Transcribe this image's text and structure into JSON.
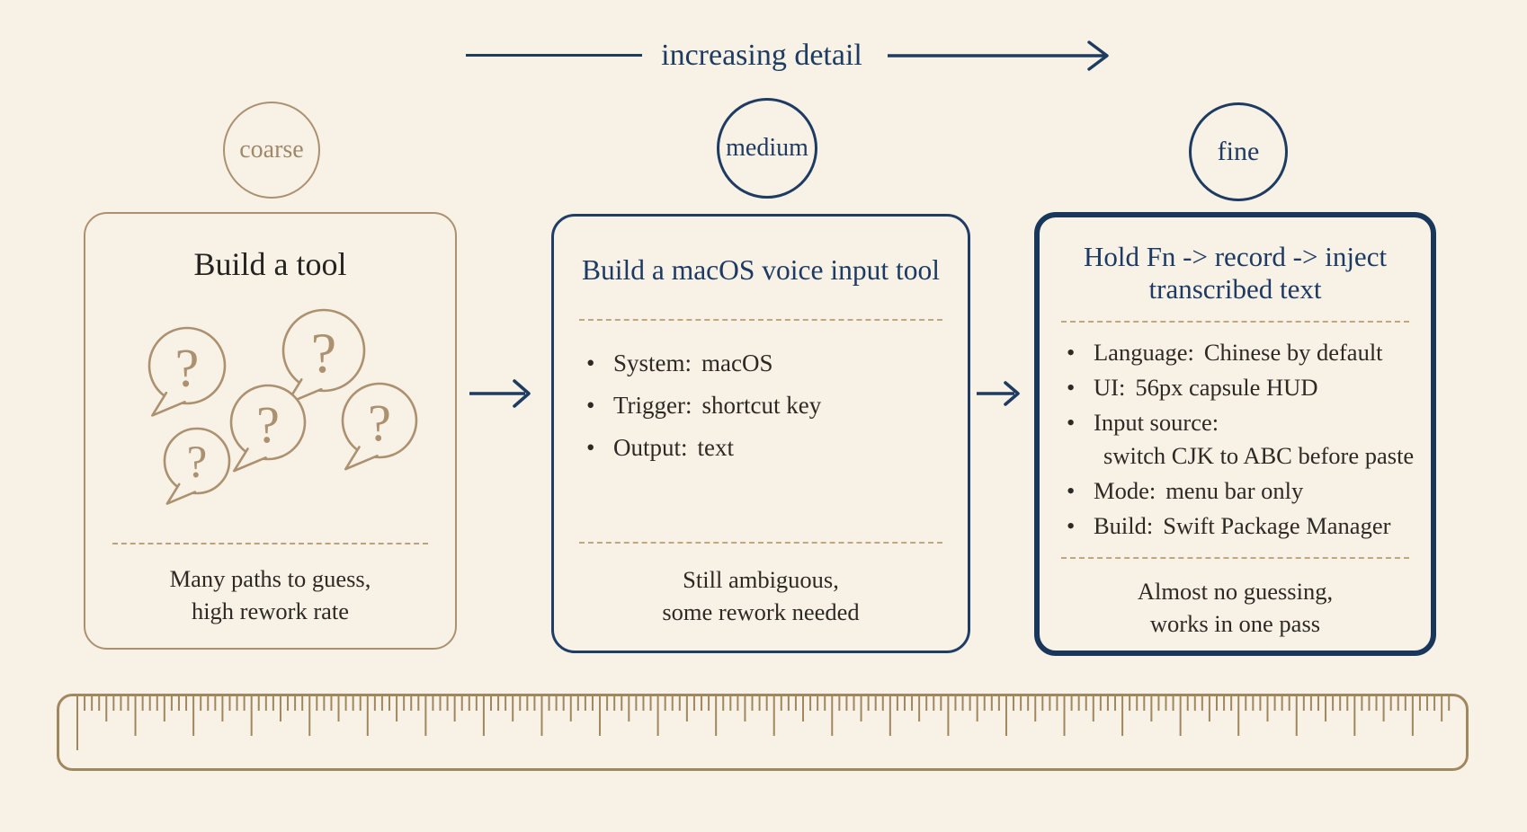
{
  "header": {
    "label": "increasing detail"
  },
  "levels": [
    {
      "label": "coarse"
    },
    {
      "label": "medium"
    },
    {
      "label": "fine"
    }
  ],
  "cards": [
    {
      "title": "Build a tool",
      "bubble_glyph": "?",
      "bubble_count": 5,
      "footer_line1": "Many paths to guess,",
      "footer_line2": "high rework rate"
    },
    {
      "title": "Build a macOS voice input tool",
      "bullets": [
        {
          "label": "System:",
          "value": "macOS"
        },
        {
          "label": "Trigger:",
          "value": "shortcut key"
        },
        {
          "label": "Output:",
          "value": "text"
        }
      ],
      "footer_line1": "Still ambiguous,",
      "footer_line2": "some rework needed"
    },
    {
      "title_line1": "Hold Fn -> record -> inject",
      "title_line2": "transcribed text",
      "bullets": [
        {
          "label": "Language:",
          "value": "Chinese by default"
        },
        {
          "label": "UI:",
          "value": "56px capsule HUD"
        },
        {
          "label": "Input source:",
          "value": "switch CJK to ABC before paste"
        },
        {
          "label": "Mode:",
          "value": "menu bar only"
        },
        {
          "label": "Build:",
          "value": "Swift Package Manager"
        }
      ],
      "footer_line1": "Almost no guessing,",
      "footer_line2": "works in one pass"
    }
  ],
  "colors": {
    "background": "#f8f1e6",
    "tan": "#ac9170",
    "tan_text": "#a08868",
    "divider": "#c2a67c",
    "navy": "#1e3b61",
    "card3_border": "#19375a",
    "dark_text": "#2d2924",
    "ruler": "#a1875e"
  }
}
